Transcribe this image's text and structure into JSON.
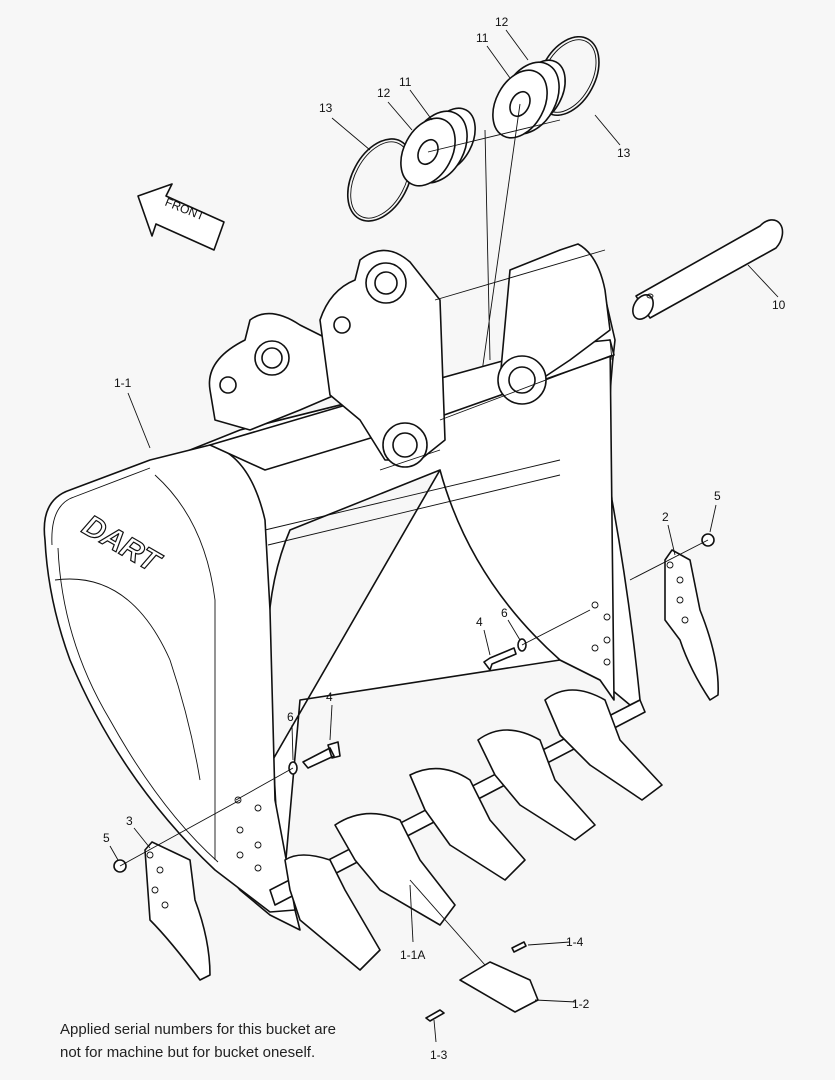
{
  "diagram": {
    "front_arrow_label": "FRONT",
    "logo_text": "DART",
    "part_labels": [
      "12",
      "11",
      "11",
      "12",
      "13",
      "13",
      "10",
      "1-1",
      "2",
      "5",
      "6",
      "4",
      "4",
      "6",
      "3",
      "5",
      "1-1A",
      "1-4",
      "1-2",
      "1-3"
    ]
  },
  "note": {
    "line1": "Applied serial numbers for this bucket are",
    "line2": "not for machine but for bucket oneself."
  }
}
